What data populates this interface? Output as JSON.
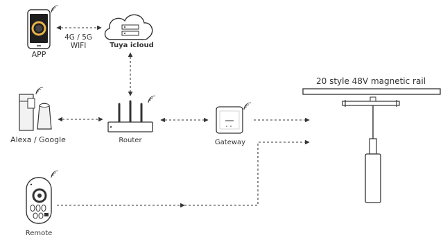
{
  "nodes": {
    "app": {
      "label": "APP"
    },
    "cloud": {
      "label": "Tuya icloud"
    },
    "link_app_cloud": {
      "line1": "4G / 5G",
      "line2": "WIFI"
    },
    "alexa": {
      "label": "Alexa / Google"
    },
    "router": {
      "label": "Router"
    },
    "gateway": {
      "label": "Gateway"
    },
    "remote": {
      "label": "Remote"
    },
    "rail": {
      "label": "20 style 48V magnetic rail"
    }
  },
  "colors": {
    "line": "#333333",
    "device_light": "#f2f2f2",
    "phone_screen": "#1e1e1e",
    "app_ring": "#e8b24a"
  }
}
